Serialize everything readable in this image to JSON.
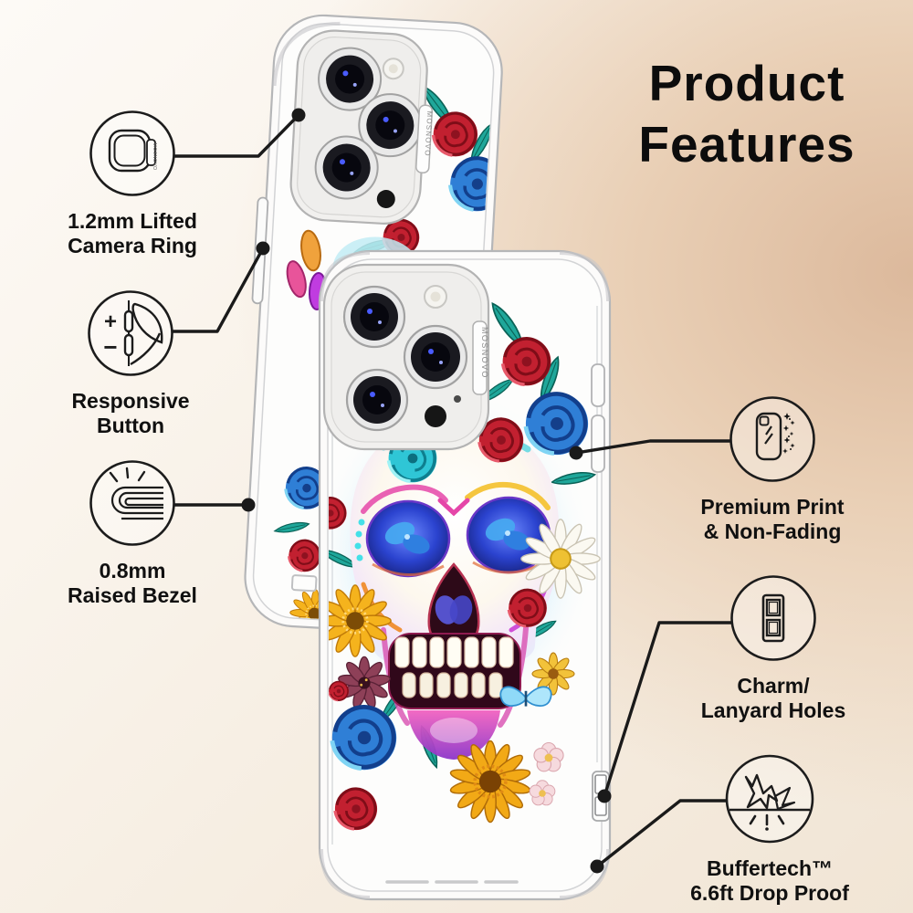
{
  "title": {
    "line1": "Product",
    "line2": "Features"
  },
  "brand": "MOSNOVO",
  "icons_text": {
    "plus": "+",
    "minus": "−"
  },
  "callouts": {
    "left": [
      {
        "line1": "1.2mm Lifted",
        "line2": "Camera Ring"
      },
      {
        "line1": "Responsive",
        "line2": "Button"
      },
      {
        "line1": "0.8mm",
        "line2": "Raised Bezel"
      }
    ],
    "right": [
      {
        "line1": "Premium Print",
        "line2": "& Non-Fading"
      },
      {
        "line1": "Charm/",
        "line2": "Lanyard Holes"
      },
      {
        "line1": "Buffertech™",
        "line2": "6.6ft Drop Proof"
      }
    ]
  },
  "colors": {
    "leader_line": "#1a1a1a",
    "title_text": "#0c0c0c",
    "label_text": "#101010",
    "icon_stroke": "#1c1c1c",
    "background_tan": "#dcb99c",
    "background_cream": "#f8f1e7",
    "case_line": "#b5b6b8",
    "rose_red": "#c22030",
    "rose_blue": "#2f7fd6",
    "rose_cyan": "#2fc6d6",
    "sunflower_yellow": "#f5b31d",
    "leaf_teal": "#1fa79a",
    "skull_eye_blue": "#2b43cf",
    "chin_magenta": "#f263c0"
  }
}
